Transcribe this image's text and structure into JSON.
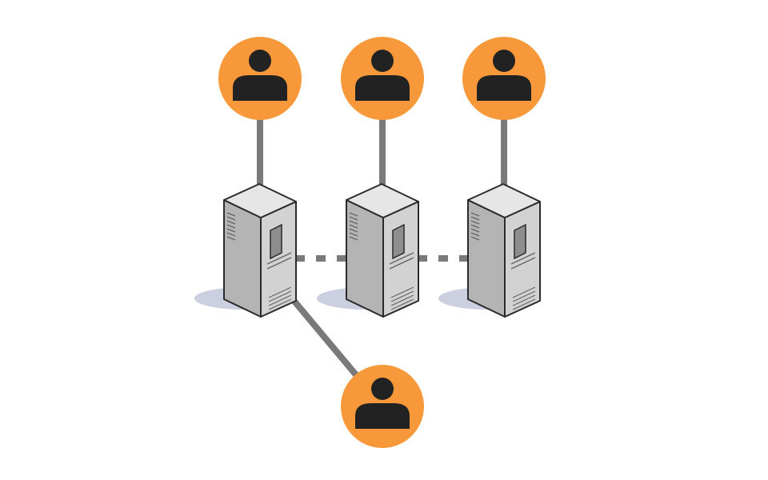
{
  "colors": {
    "user_fill": "#f7993a",
    "user_glyph": "#222222",
    "link": "#7a7a7a",
    "server_light": "#d2d2d2",
    "server_mid": "#b4b4b4",
    "server_dark": "#8e8e8e",
    "server_outline": "#2b2b2b",
    "shadow": "#b9bfd4"
  },
  "icons": {
    "user": "user-icon",
    "server": "server-tower-icon"
  },
  "servers": [
    {
      "id": "server-1"
    },
    {
      "id": "server-2"
    },
    {
      "id": "server-3"
    }
  ],
  "users": [
    {
      "id": "user-1",
      "server": "server-1"
    },
    {
      "id": "user-2",
      "server": "server-2"
    },
    {
      "id": "user-3",
      "server": "server-3"
    },
    {
      "id": "user-4",
      "server": "server-1"
    }
  ],
  "links": {
    "solid": [
      [
        "user-1",
        "server-1"
      ],
      [
        "user-2",
        "server-2"
      ],
      [
        "user-3",
        "server-3"
      ],
      [
        "server-1",
        "user-4"
      ]
    ],
    "dashed": [
      [
        "server-1",
        "server-2"
      ],
      [
        "server-2",
        "server-3"
      ]
    ]
  }
}
